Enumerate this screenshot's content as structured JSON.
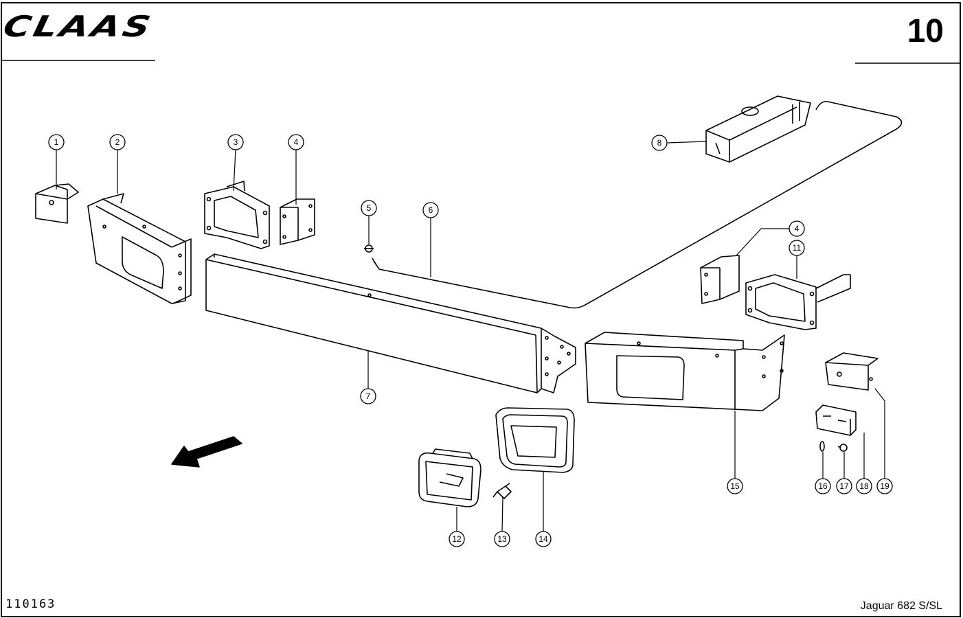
{
  "header": {
    "brand": "CLAAS",
    "page_number": "10"
  },
  "footer": {
    "drawing_number": "110163",
    "model": "Jaguar 682 S/SL"
  },
  "callouts": [
    "1",
    "2",
    "3",
    "4",
    "5",
    "6",
    "7",
    "8",
    "4",
    "11",
    "12",
    "13",
    "14",
    "15",
    "16",
    "17",
    "18",
    "19"
  ]
}
